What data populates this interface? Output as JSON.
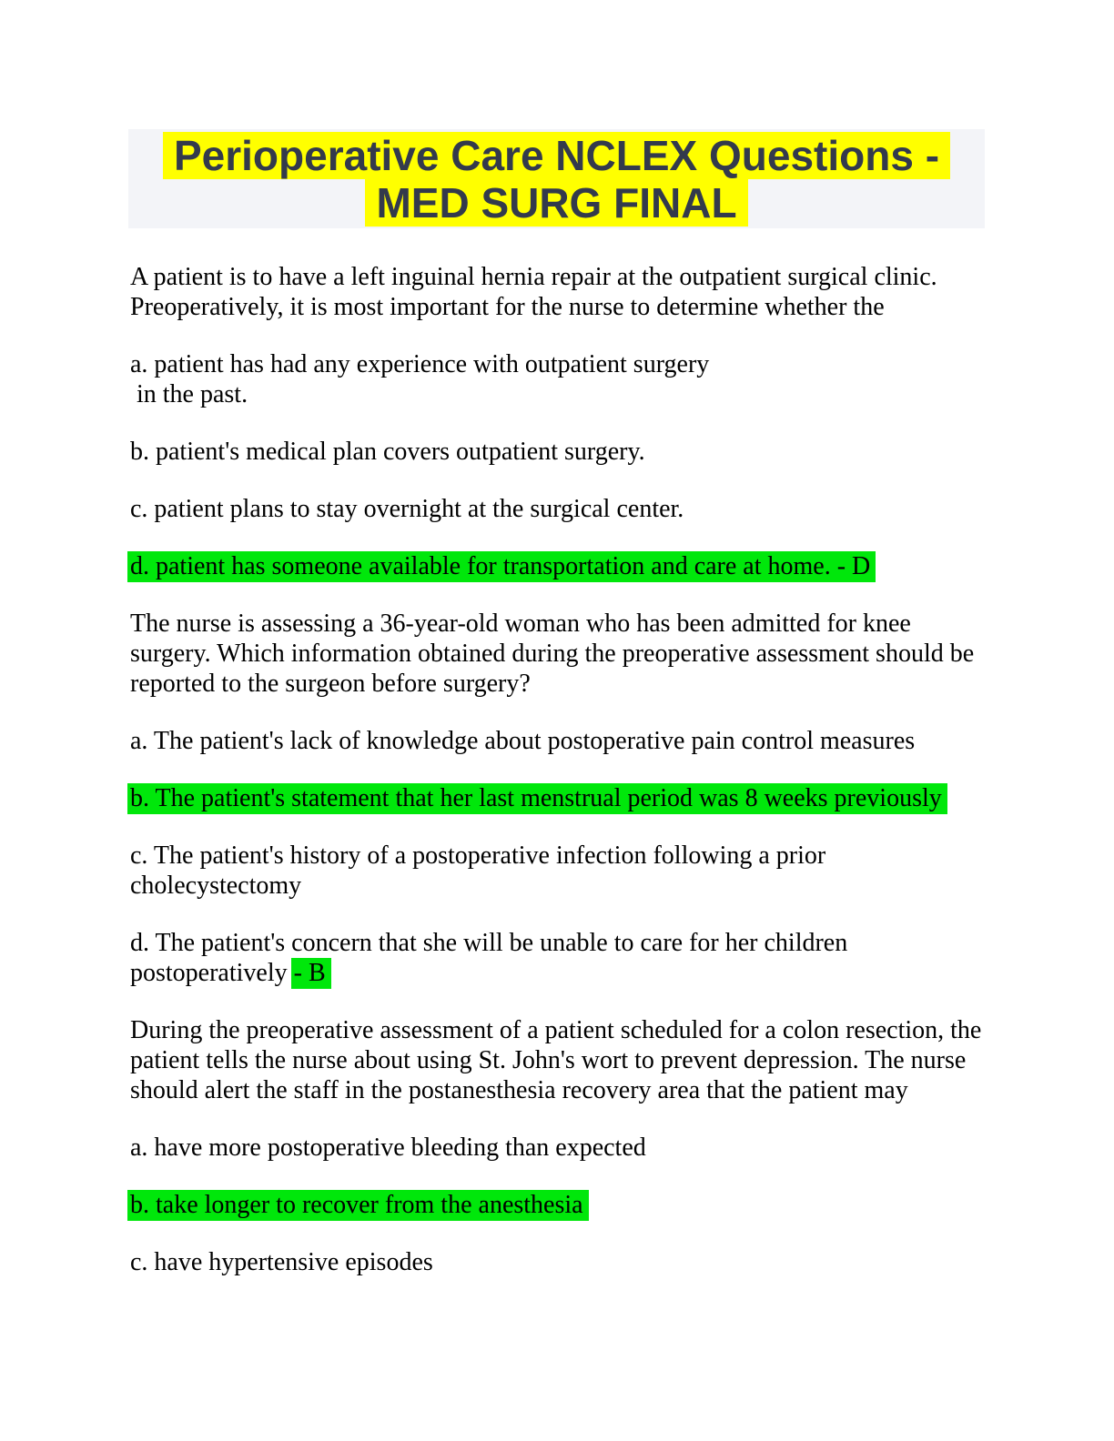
{
  "colors": {
    "title_text": "#333a4c",
    "title_highlight": "#ffff00",
    "header_background": "#f3f4f8",
    "answer_highlight": "#00e70b",
    "body_text": "#000000"
  },
  "document": {
    "title": {
      "lines": [
        "Perioperative Care NCLEX Questions -",
        "MED SURG FINAL"
      ]
    },
    "paragraphs": [
      {
        "name": "question-1-stem",
        "kind": "stem",
        "lines": [
          [
            {
              "t": "A patient is to have a left inguinal hernia repair at the outpatient surgical clinic."
            }
          ],
          [
            {
              "t": "Preoperatively, it is most important for the nurse to determine whether the"
            }
          ]
        ]
      },
      {
        "name": "question-1-option-a",
        "kind": "option",
        "lines": [
          [
            {
              "t": "a. patient has had any experience with outpatient surgery"
            }
          ],
          [
            {
              "t": " in the past."
            }
          ]
        ]
      },
      {
        "name": "question-1-option-b",
        "kind": "option",
        "lines": [
          [
            {
              "t": "b. patient's medical plan covers outpatient surgery."
            }
          ]
        ]
      },
      {
        "name": "question-1-option-c",
        "kind": "option",
        "lines": [
          [
            {
              "t": "c. patient plans to stay overnight at the surgical center."
            }
          ]
        ]
      },
      {
        "name": "question-1-option-d-answer",
        "kind": "option",
        "lines": [
          [
            {
              "t": "d. patient has someone available for transportation and care at home. - D",
              "hl": true
            }
          ]
        ]
      },
      {
        "name": "question-2-stem",
        "kind": "stem",
        "lines": [
          [
            {
              "t": "The nurse is assessing a 36-year-old woman who has been admitted for knee"
            }
          ],
          [
            {
              "t": "surgery. Which information obtained during the preoperative assessment should be"
            }
          ],
          [
            {
              "t": "reported to the surgeon before surgery?"
            }
          ]
        ]
      },
      {
        "name": "question-2-option-a",
        "kind": "option",
        "lines": [
          [
            {
              "t": "a. The patient's lack of knowledge about postoperative pain control measures"
            }
          ]
        ]
      },
      {
        "name": "question-2-option-b-answer",
        "kind": "option",
        "lines": [
          [
            {
              "t": "b. The patient's statement that her last menstrual period was 8 weeks previously",
              "hl": true
            }
          ]
        ]
      },
      {
        "name": "question-2-option-c",
        "kind": "option",
        "lines": [
          [
            {
              "t": "c. The patient's history of a postoperative infection following a prior"
            }
          ],
          [
            {
              "t": "cholecystectomy"
            }
          ]
        ]
      },
      {
        "name": "question-2-option-d",
        "kind": "option",
        "lines": [
          [
            {
              "t": "d. The patient's concern that she will be unable to care for her children"
            }
          ],
          [
            {
              "t": "postoperatively "
            },
            {
              "t": "- B",
              "hl": true
            }
          ]
        ]
      },
      {
        "name": "question-3-stem",
        "kind": "stem",
        "lines": [
          [
            {
              "t": "During the preoperative assessment of a patient scheduled for a colon resection, the"
            }
          ],
          [
            {
              "t": "patient tells the nurse about using St. John's wort to prevent depression. The nurse"
            }
          ],
          [
            {
              "t": "should alert the staff in the postanesthesia recovery area that the patient may"
            }
          ]
        ]
      },
      {
        "name": "question-3-option-a",
        "kind": "option",
        "lines": [
          [
            {
              "t": "a. have more postoperative bleeding than expected"
            }
          ]
        ]
      },
      {
        "name": "question-3-option-b-answer",
        "kind": "option",
        "lines": [
          [
            {
              "t": "b. take longer to recover from the anesthesia",
              "hl": true
            }
          ]
        ]
      },
      {
        "name": "question-3-option-c",
        "kind": "option",
        "lines": [
          [
            {
              "t": "c. have hypertensive episodes"
            }
          ]
        ]
      }
    ]
  }
}
